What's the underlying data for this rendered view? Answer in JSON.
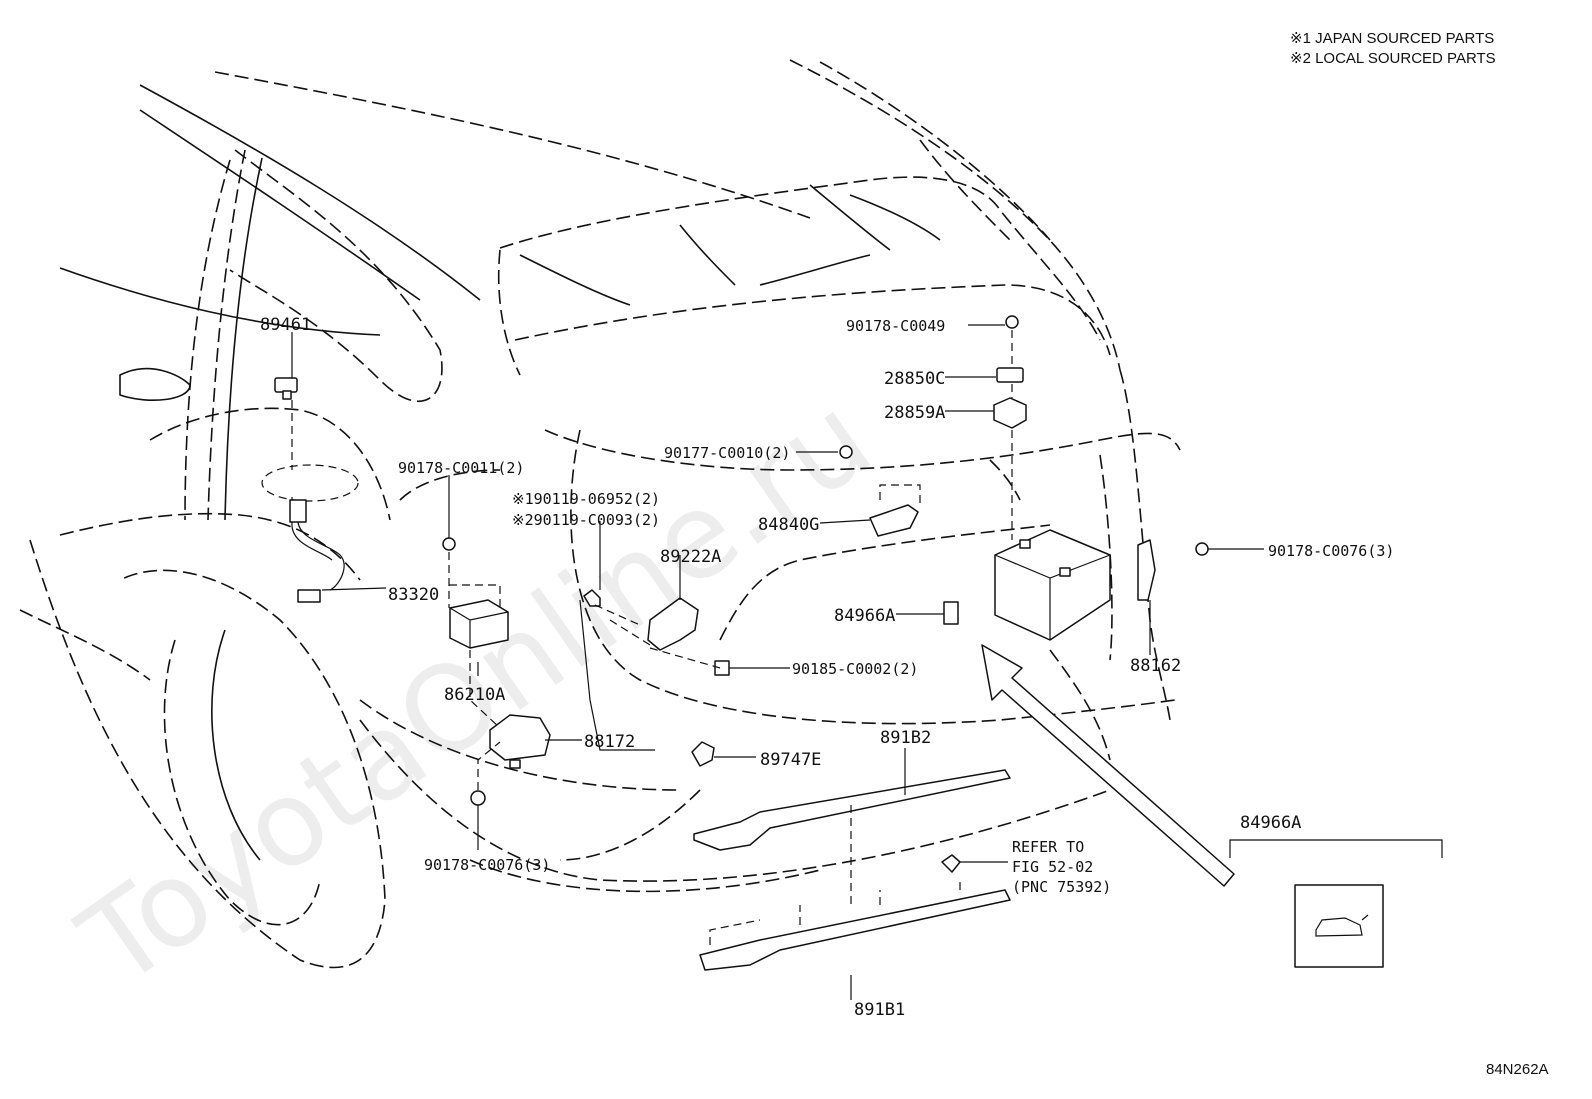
{
  "notes": {
    "line1": "※1 JAPAN SOURCED PARTS",
    "line2": "※2 LOCAL SOURCED PARTS"
  },
  "watermark": "ToyotaOnline.ru",
  "figure_code": "84N262A",
  "labels": {
    "p89461": "89461",
    "p83320": "83320",
    "p90178_c0011": "90178-C0011(2)",
    "p90119_06952": "※190119-06952(2)",
    "p90119_c0093": "※290119-C0093(2)",
    "p86210a": "86210A",
    "p88172": "88172",
    "p90178_c0076_left": "90178-C0076(3)",
    "p89222a": "89222A",
    "p84840g": "84840G",
    "p90177_c0010": "90177-C0010(2)",
    "p90178_c0049": "90178-C0049",
    "p28850c": "28850C",
    "p28859a": "28859A",
    "p84966a": "84966A",
    "p90185_c0002": "90185-C0002(2)",
    "p89747e": "89747E",
    "p891b2": "891B2",
    "p891b1": "891B1",
    "p90178_c0076_right": "90178-C0076(3)",
    "p88162": "88162",
    "p84966a_detail": "84966A",
    "refer1": "REFER TO",
    "refer2": "FIG 52-02",
    "refer3": "(PNC 75392)"
  }
}
